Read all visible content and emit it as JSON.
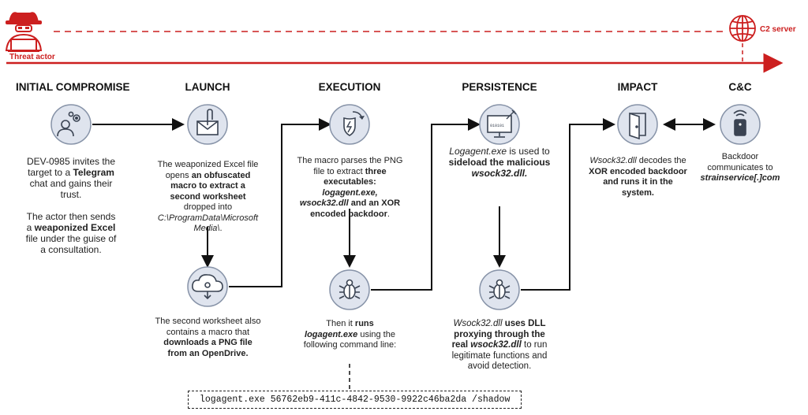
{
  "header": {
    "actor_label": "Threat actor",
    "server_label": "C2 server"
  },
  "stages": [
    {
      "id": "initial",
      "title": "INITIAL COMPROMISE",
      "icon": "user-gears-icon"
    },
    {
      "id": "launch",
      "title": "LAUNCH",
      "icon": "email-attachment-icon"
    },
    {
      "id": "execution",
      "title": "EXECUTION",
      "icon": "shield-refresh-icon"
    },
    {
      "id": "persistence",
      "title": "PERSISTENCE",
      "icon": "monitor-injection-icon"
    },
    {
      "id": "impact",
      "title": "IMPACT",
      "icon": "door-exit-icon"
    },
    {
      "id": "cc",
      "title": "C&C",
      "icon": "device-backdoor-icon"
    }
  ],
  "texts": {
    "initial_1": "DEV-0985 invites the target to a ",
    "initial_1b": "Telegram",
    "initial_1c": " chat and gains their trust.",
    "initial_2": "The actor then sends a ",
    "initial_2b": "weaponized Excel",
    "initial_2c": " file under the guise of a consultation.",
    "launch_1": "The weaponized Excel file opens ",
    "launch_1b": "an obfuscated macro to extract a second worksheet",
    "launch_1c": " dropped into ",
    "launch_1d": "C:\\ProgramData\\Microsoft Media\\",
    "launch_1e": ".",
    "launch_2": "The second worksheet also contains a macro that ",
    "launch_2b": "downloads a PNG file from an OpenDrive.",
    "exec_1": "The macro parses the PNG file to extract ",
    "exec_1b": "three executables: ",
    "exec_1c": "logagent.exe, wsock32.dll",
    "exec_1d": " and an XOR encoded backdoor",
    "exec_1e": ".",
    "exec_2": "Then it ",
    "exec_2b": "runs ",
    "exec_2c": "logagent.exe",
    "exec_2d": " using the following command line:",
    "persist_1": "Logagent.exe",
    "persist_1b": " is used to ",
    "persist_1c": "sideload the malicious ",
    "persist_1d": "wsock32.dll.",
    "persist_2": "Wsock32.dll",
    "persist_2b": " uses DLL proxying through the real ",
    "persist_2c": "wsock32.dll",
    "persist_2d": " to run legitimate functions and avoid detection.",
    "impact_1": "Wsock32.dll",
    "impact_1b": " decodes the ",
    "impact_1c": "XOR encoded backdoor and runs it in the system.",
    "cc_1": "Backdoor communicates to ",
    "cc_1b": "strainservice[.]com"
  },
  "command_line": "logagent.exe 56762eb9-411c-4842-9530-9922c46ba2da /shadow",
  "monitor_text": "010101",
  "colors": {
    "accent_red": "#cc1f1f",
    "icon_bg": "#dfe4ee",
    "icon_border": "#8793a8",
    "icon_fg": "#3a4352"
  }
}
